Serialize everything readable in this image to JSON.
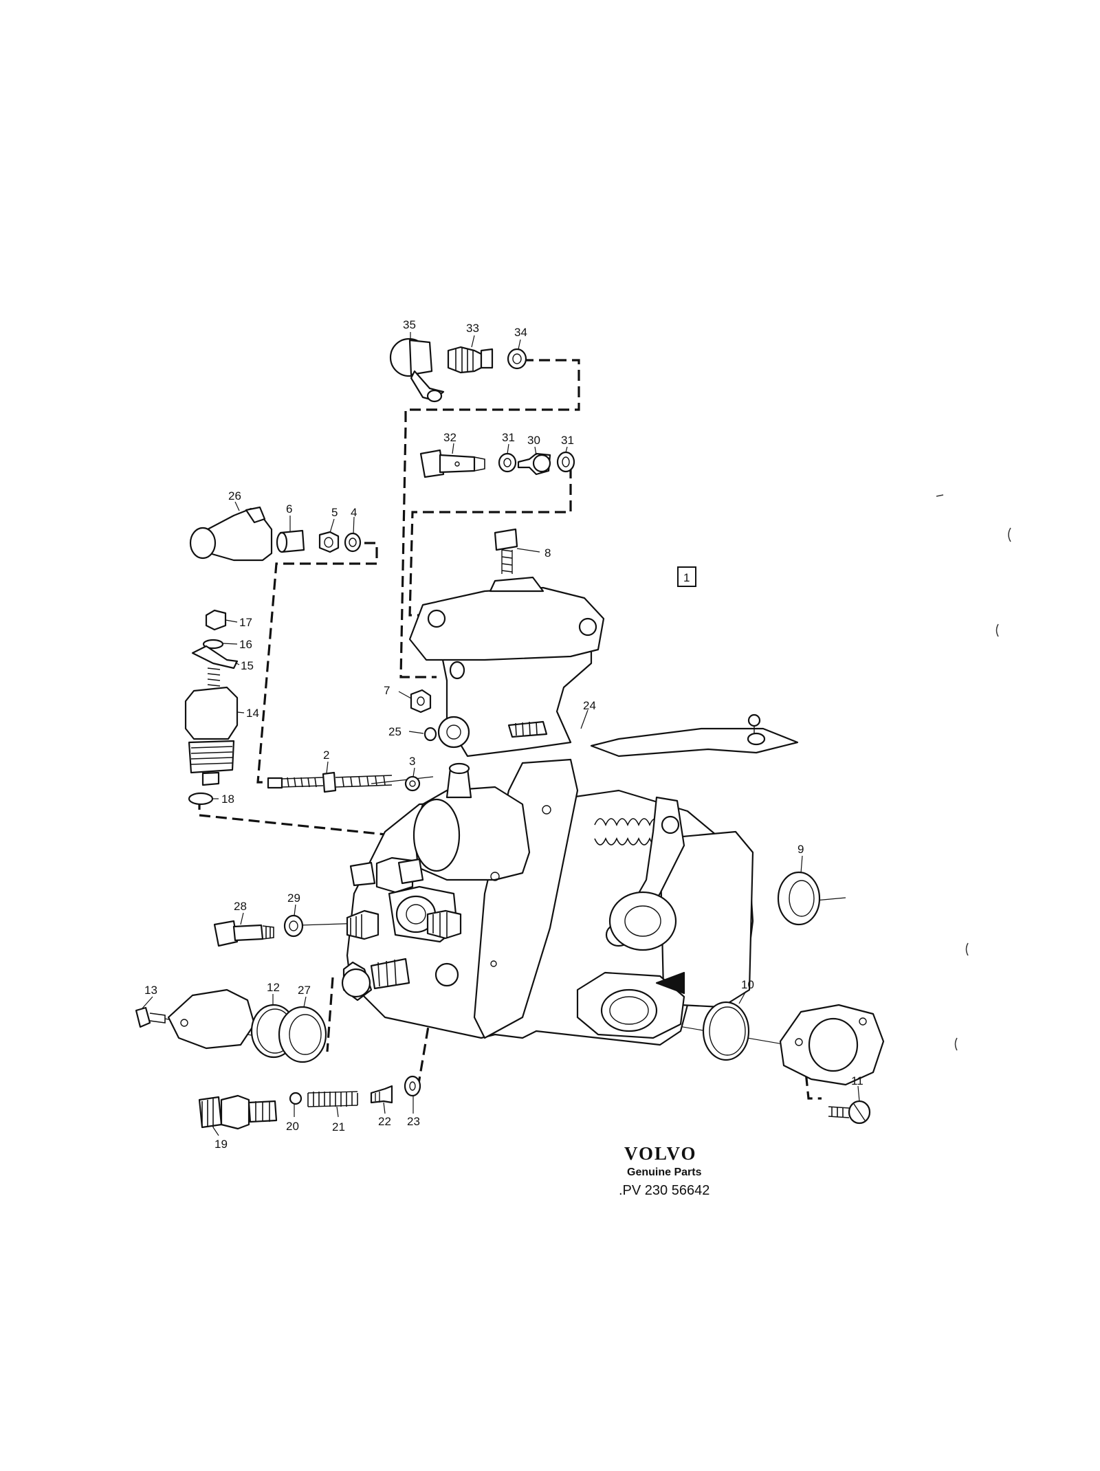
{
  "diagram": {
    "figure_box_label": "1",
    "callouts": [
      "35",
      "33",
      "34",
      "32",
      "31",
      "30",
      "31",
      "26",
      "6",
      "5",
      "4",
      "8",
      "17",
      "16",
      "15",
      "14",
      "18",
      "7",
      "25",
      "24",
      "2",
      "3",
      "9",
      "28",
      "29",
      "13",
      "12",
      "27",
      "10",
      "19",
      "20",
      "21",
      "22",
      "23",
      "11"
    ],
    "brand": {
      "logo_text": "VOLVO",
      "subtitle": "Genuine Parts",
      "code": ".PV 230  56642"
    }
  }
}
